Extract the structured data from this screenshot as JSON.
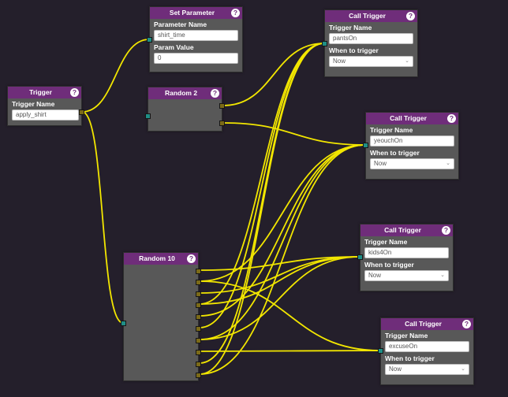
{
  "colors": {
    "canvas_bg": "#241f2b",
    "node_header": "#6f2d7a",
    "node_body": "#585858",
    "wire": "#f2e600",
    "input_port": "#1f8e86",
    "output_port": "#7b6a18"
  },
  "icons": {
    "help": "question-mark-circle"
  },
  "help_glyph": "?",
  "nodes": {
    "set_parameter": {
      "title": "Set Parameter",
      "param_name_label": "Parameter Name",
      "param_name_value": "shirt_time",
      "param_value_label": "Param Value",
      "param_value_value": "0"
    },
    "trigger": {
      "title": "Trigger",
      "name_label": "Trigger Name",
      "name_value": "apply_shirt"
    },
    "random2": {
      "title": "Random 2"
    },
    "random10": {
      "title": "Random 10"
    },
    "call_pants": {
      "title": "Call Trigger",
      "name_label": "Trigger Name",
      "name_value": "pantsOn",
      "when_label": "When to trigger",
      "when_value": "Now"
    },
    "call_yeouch": {
      "title": "Call Trigger",
      "name_label": "Trigger Name",
      "name_value": "yeouchOn",
      "when_label": "When to trigger",
      "when_value": "Now"
    },
    "call_kids": {
      "title": "Call Trigger",
      "name_label": "Trigger Name",
      "name_value": "kids4On",
      "when_label": "When to trigger",
      "when_value": "Now"
    },
    "call_excuse": {
      "title": "Call Trigger",
      "name_label": "Trigger Name",
      "name_value": "excuseOn",
      "when_label": "When to trigger",
      "when_value": "Now"
    }
  }
}
